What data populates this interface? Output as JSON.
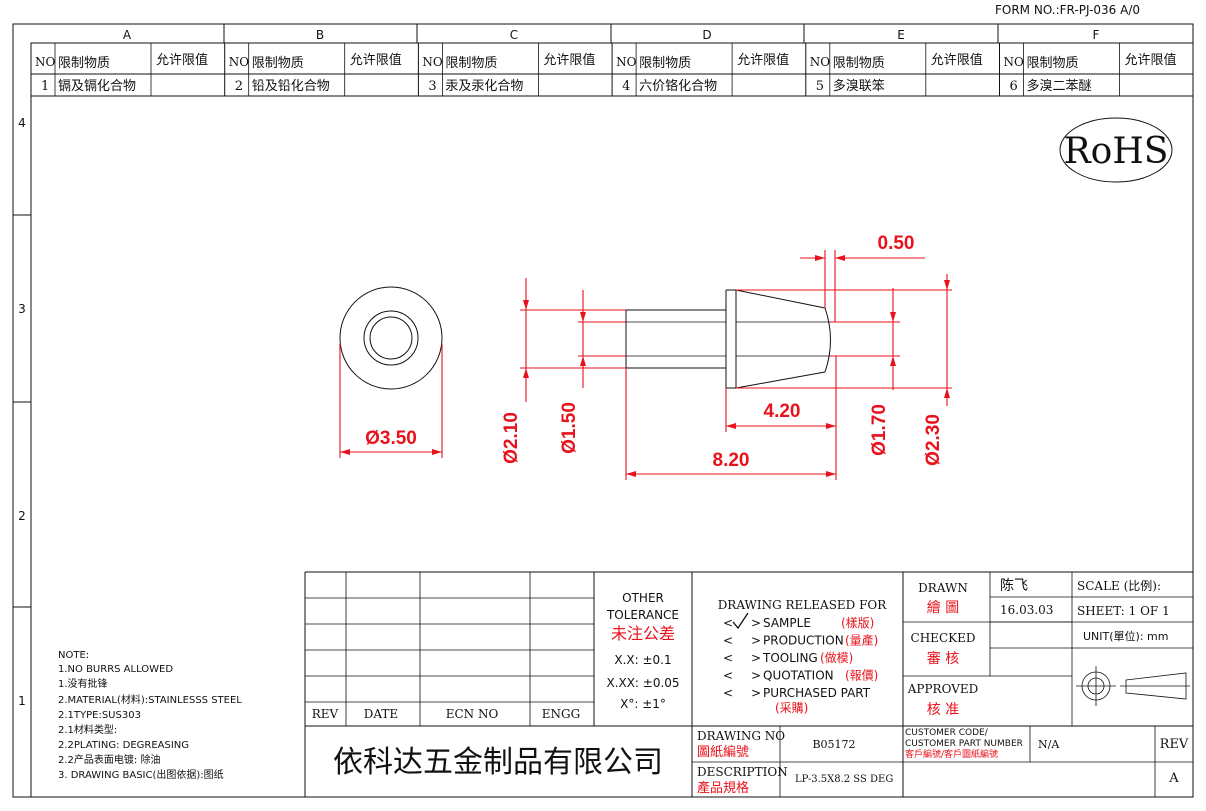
{
  "form_no": "FORM NO.:FR-PJ-036 A/0",
  "grid_columns": [
    "A",
    "B",
    "C",
    "D",
    "E",
    "F"
  ],
  "grid_rows": [
    "4",
    "3",
    "2",
    "1"
  ],
  "substance_table": {
    "no_header": "NO",
    "substance_header": "限制物质",
    "limit_header": "允许限值",
    "rows": [
      {
        "no": "1",
        "name": "镉及镉化合物"
      },
      {
        "no": "2",
        "name": "铅及铅化合物"
      },
      {
        "no": "3",
        "name": "汞及汞化合物"
      },
      {
        "no": "4",
        "name": "六价铬化合物"
      },
      {
        "no": "5",
        "name": "多溴联笨"
      },
      {
        "no": "6",
        "name": "多溴二苯醚"
      }
    ]
  },
  "rohs": "RoHS",
  "dimensions": {
    "d350": "Ø3.50",
    "d210": "Ø2.10",
    "d150": "Ø1.50",
    "d170": "Ø1.70",
    "d230": "Ø2.30",
    "l050": "0.50",
    "l420": "4.20",
    "l820": "8.20"
  },
  "notes": [
    "NOTE:",
    "1.NO BURRS ALLOWED",
    "1.没有批锋",
    "2.MATERIAL(材料):STAINLESSS STEEL",
    "2.1TYPE:SUS303",
    "2.1材料类型:",
    "2.2PLATING: DEGREASING",
    "2.2产品表面电镀: 除油",
    "3. DRAWING BASIC(出图依据):图纸"
  ],
  "rev_table": {
    "rev": "REV",
    "date": "DATE",
    "ecn": "ECN NO",
    "engg": "ENGG"
  },
  "tolerance": {
    "title1": "OTHER",
    "title2": "TOLERANCE",
    "title_cn": "未注公差",
    "xx": "X.X: ±0.1",
    "xxx": "X.XX: ±0.05",
    "angle": "X°: ±1°"
  },
  "release": {
    "title": "DRAWING RELEASED FOR",
    "items": [
      {
        "label": "SAMPLE",
        "cn": "(樣版)",
        "checked": true
      },
      {
        "label": "PRODUCTION",
        "cn": "(量產)",
        "checked": false
      },
      {
        "label": "TOOLING",
        "cn": "(做模)",
        "checked": false
      },
      {
        "label": "QUOTATION",
        "cn": "(報價)",
        "checked": false
      },
      {
        "label": "PURCHASED PART",
        "cn": "(采購)",
        "checked": false
      }
    ]
  },
  "signoff": {
    "drawn": "DRAWN",
    "drawn_cn": "繪 圖",
    "drawn_name": "陈飞",
    "drawn_date": "16.03.03",
    "checked": "CHECKED",
    "checked_cn": "審 核",
    "approved": "APPROVED",
    "approved_cn": "核 准",
    "scale": "SCALE (比例):",
    "sheet": "SHEET:  1 OF 1",
    "unit": "UNIT(單位): mm"
  },
  "company": "依科达五金制品有限公司",
  "drawing_no_label": "DRAWING NO",
  "drawing_no_cn": "圖紙編號",
  "drawing_no": "B05172",
  "customer_label1": "CUSTOMER CODE/",
  "customer_label2": "CUSTOMER PART NUMBER",
  "customer_cn": "客戶編號/客戶圖紙編號",
  "customer_value": "N/A",
  "rev_label": "REV",
  "rev_value": "A",
  "desc_label": "DESCRIPTION",
  "desc_cn": "產品規格",
  "desc_value": "LP-3.5X8.2 SS DEG"
}
